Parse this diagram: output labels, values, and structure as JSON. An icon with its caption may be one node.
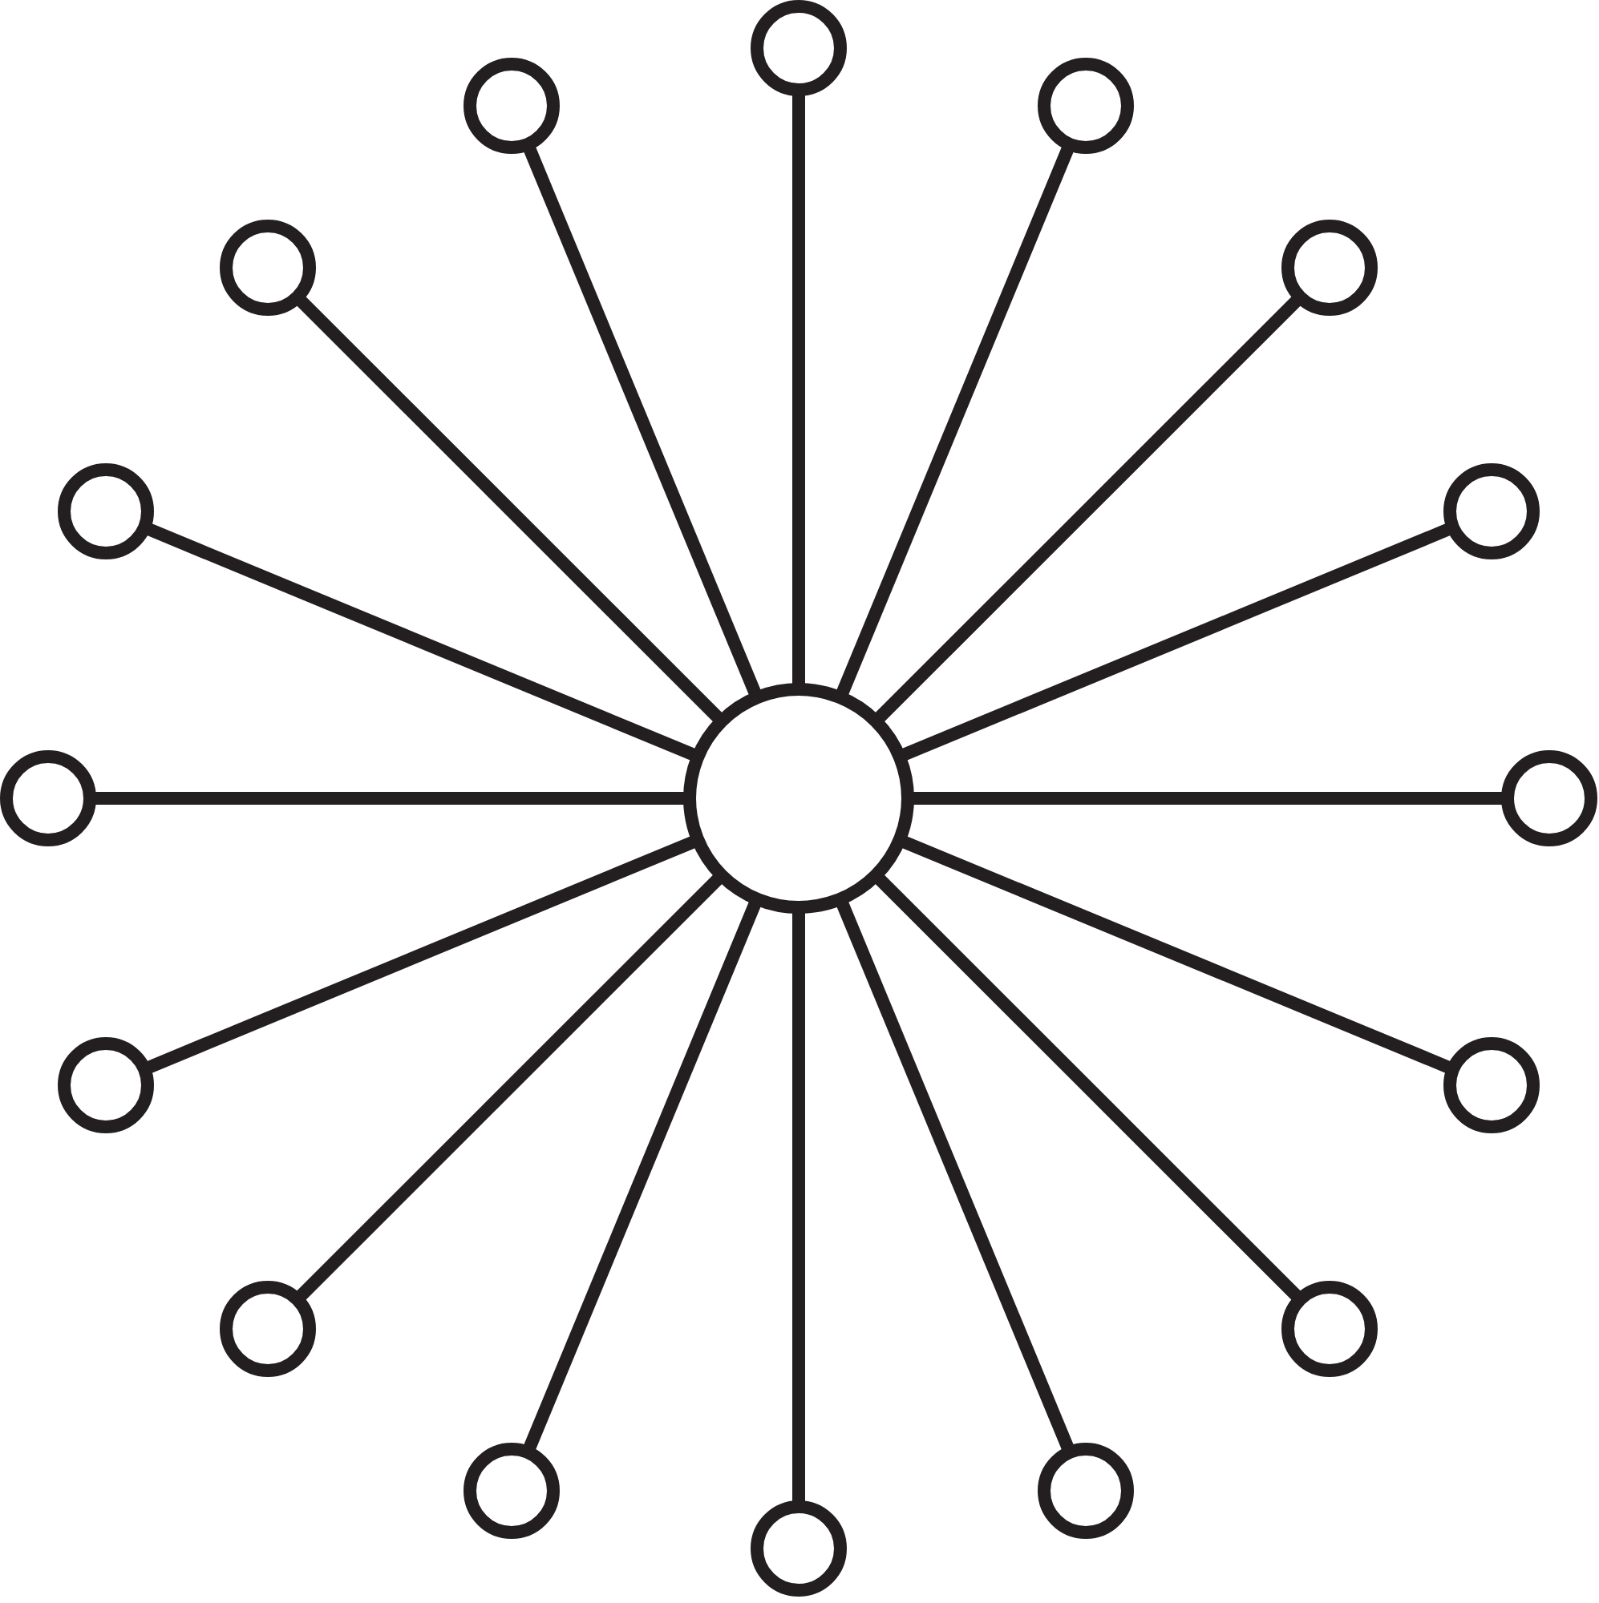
{
  "diagram": {
    "nodes": [
      {
        "text": [],
        "shape": "circle"
      },
      {
        "text": [],
        "shape": "circle"
      },
      {
        "text": [],
        "shape": "circle"
      },
      {
        "text": [],
        "shape": "circle"
      },
      {
        "text": [],
        "shape": "circle"
      },
      {
        "text": [],
        "shape": "circle"
      },
      {
        "text": [],
        "shape": "circle"
      },
      {
        "text": [],
        "shape": "circle"
      },
      {
        "text": [],
        "shape": "circle"
      },
      {
        "text": [],
        "shape": "circle"
      },
      {
        "text": [],
        "shape": "circle"
      },
      {
        "text": [],
        "shape": "circle"
      },
      {
        "text": [],
        "shape": "circle"
      },
      {
        "text": [],
        "shape": "circle"
      },
      {
        "text": [],
        "shape": "circle"
      },
      {
        "text": [],
        "shape": "circle"
      },
      {
        "text": [],
        "shape": "circle"
      }
    ],
    "edges": [
      {
        "from": 0,
        "to": 1,
        "arrow": "none"
      },
      {
        "from": 0,
        "to": 2,
        "arrow": "none"
      },
      {
        "from": 0,
        "to": 3,
        "arrow": "none"
      },
      {
        "from": 0,
        "to": 4,
        "arrow": "none"
      },
      {
        "from": 0,
        "to": 5,
        "arrow": "none"
      },
      {
        "from": 0,
        "to": 6,
        "arrow": "none"
      },
      {
        "from": 0,
        "to": 7,
        "arrow": "none"
      },
      {
        "from": 0,
        "to": 8,
        "arrow": "none"
      },
      {
        "from": 0,
        "to": 9,
        "arrow": "none"
      },
      {
        "from": 0,
        "to": 10,
        "arrow": "none"
      },
      {
        "from": 0,
        "to": 11,
        "arrow": "none"
      },
      {
        "from": 0,
        "to": 12,
        "arrow": "none"
      },
      {
        "from": 0,
        "to": 13,
        "arrow": "none"
      },
      {
        "from": 0,
        "to": 14,
        "arrow": "none"
      },
      {
        "from": 0,
        "to": 15,
        "arrow": "none"
      },
      {
        "from": 0,
        "to": 16,
        "arrow": "none"
      }
    ]
  }
}
